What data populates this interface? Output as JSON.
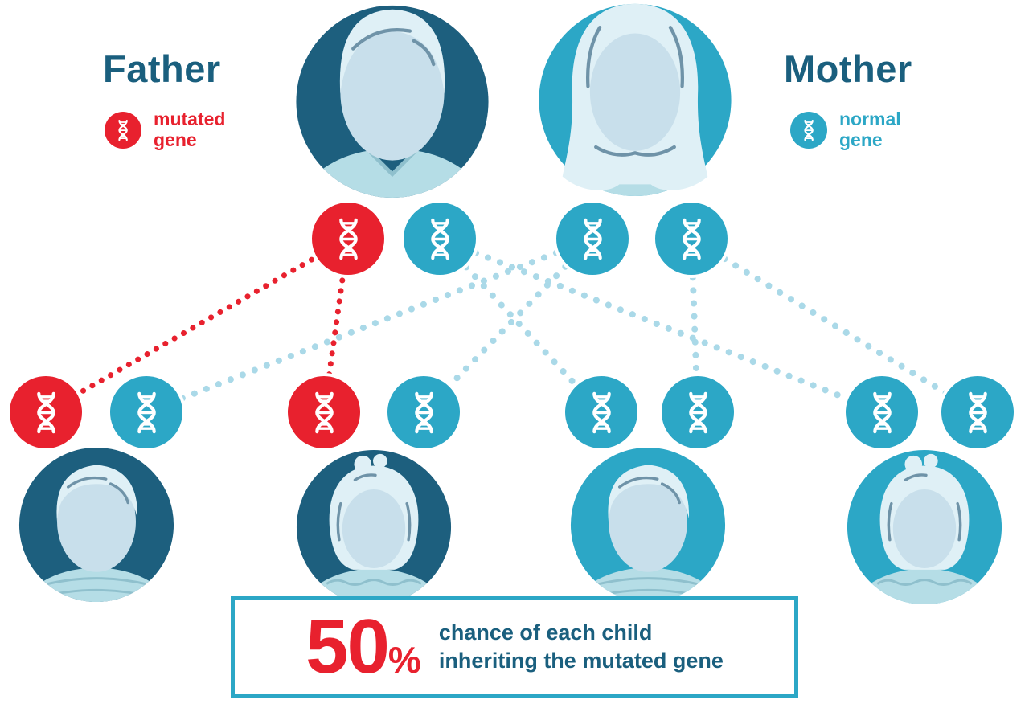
{
  "palette": {
    "dark_teal": "#1d5f7e",
    "teal": "#2ca7c6",
    "red": "#e8212e",
    "dot_blue": "#aad9e8",
    "text_dark": "#1a5f7e",
    "face": "#c8dfeb",
    "hair": "#dff0f6",
    "hair_line": "#6f93a8",
    "shirt": "#b5dde6"
  },
  "parents": {
    "father": {
      "label": "Father",
      "legend": {
        "type": "mutated",
        "line1": "mutated",
        "line2": "gene"
      },
      "genes": [
        "mutated",
        "normal"
      ]
    },
    "mother": {
      "label": "Mother",
      "legend": {
        "type": "normal",
        "line1": "normal",
        "line2": "gene"
      },
      "genes": [
        "normal",
        "normal"
      ]
    }
  },
  "children": [
    {
      "name": "child-1",
      "sex": "boy",
      "genes": [
        "mutated",
        "normal"
      ]
    },
    {
      "name": "child-2",
      "sex": "girl",
      "genes": [
        "mutated",
        "normal"
      ]
    },
    {
      "name": "child-3",
      "sex": "boy",
      "genes": [
        "normal",
        "normal"
      ]
    },
    {
      "name": "child-4",
      "sex": "girl",
      "genes": [
        "normal",
        "normal"
      ]
    }
  ],
  "caption": {
    "value": "50",
    "unit": "%",
    "line1": "chance of each child",
    "line2": "inheriting the mutated gene"
  }
}
